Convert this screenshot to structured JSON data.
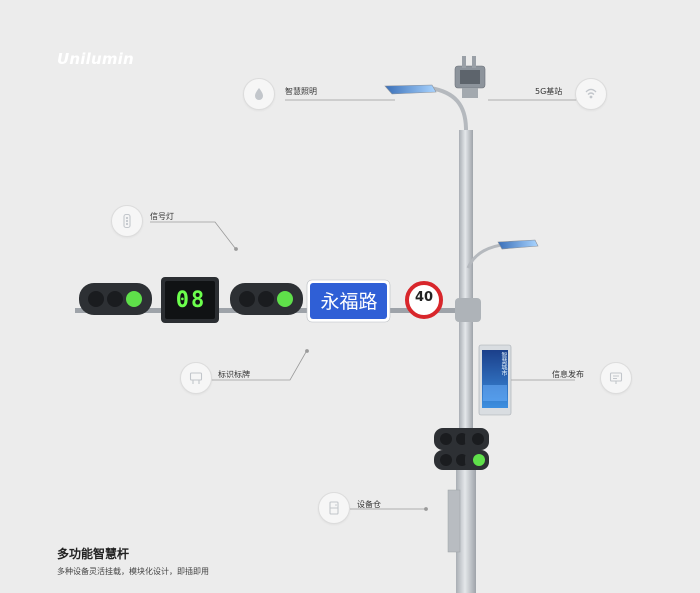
{
  "brand": {
    "logo": "Unilumin"
  },
  "callouts": {
    "lighting": {
      "label": "智慧照明",
      "icon": "droplet-icon"
    },
    "base_station": {
      "label": "5G基站",
      "icon": "signal-icon"
    },
    "signal_light": {
      "label": "信号灯",
      "icon": "traffic-light-icon"
    },
    "sign": {
      "label": "标识标牌",
      "icon": "signboard-icon"
    },
    "info": {
      "label": "信息发布",
      "icon": "display-icon"
    },
    "cabinet": {
      "label": "设备仓",
      "icon": "cabinet-icon"
    }
  },
  "street_sign": {
    "text": "永福路"
  },
  "speed_limit": {
    "value": "40"
  },
  "countdown": {
    "value": "08"
  },
  "screen": {
    "text": "智慧城市"
  },
  "footer": {
    "title": "多功能智慧杆",
    "subtitle": "多种设备灵活挂载，模块化设计，即插即用"
  },
  "colors": {
    "background": "#ececec",
    "sign_blue": "#2f5fd6",
    "speed_red": "#d8262b",
    "green_light": "#6cff4d",
    "pole": "#c9cdd2"
  }
}
